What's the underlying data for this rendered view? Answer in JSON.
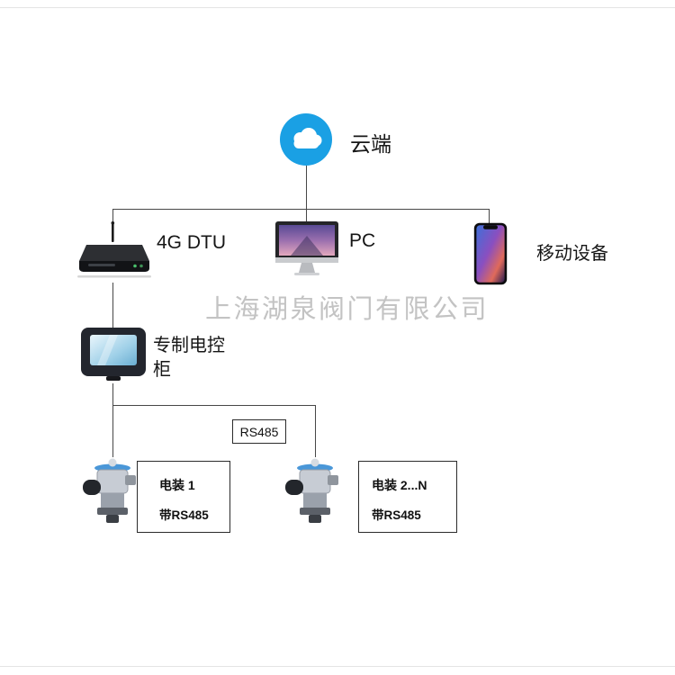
{
  "watermark": {
    "text": "上海湖泉阀门有限公司"
  },
  "nodes": {
    "cloud": {
      "label": "云端"
    },
    "dtu": {
      "label": "4G DTU"
    },
    "pc": {
      "label": "PC"
    },
    "mobile": {
      "label": "移动设备"
    },
    "cabinet": {
      "label": "专制电控柜"
    },
    "bus": {
      "label": "RS485"
    },
    "actuator1": {
      "title": "电装 1",
      "subtitle": "带RS485"
    },
    "actuator2": {
      "title": "电装 2...N",
      "subtitle": "带RS485"
    }
  },
  "colors": {
    "cloud_blue": "#1aa0e4",
    "line": "#474747",
    "watermark_gray": "#c3c3c3",
    "actuator_cap_blue": "#4a97d8"
  }
}
